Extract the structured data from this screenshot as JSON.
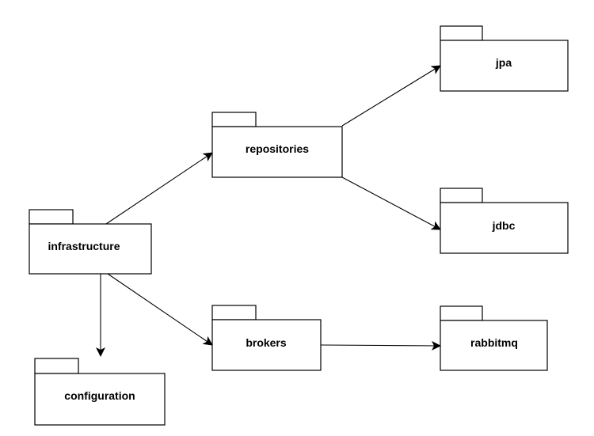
{
  "colors": {
    "stroke": "#000000",
    "fill": "#ffffff",
    "background": "#ffffff"
  },
  "packages": {
    "infrastructure": "infrastructure",
    "repositories": "repositories",
    "jpa": "jpa",
    "jdbc": "jdbc",
    "brokers": "brokers",
    "rabbitmq": "rabbitmq",
    "configuration": "configuration"
  },
  "dependencies": [
    {
      "from": "infrastructure",
      "to": "repositories"
    },
    {
      "from": "infrastructure",
      "to": "brokers"
    },
    {
      "from": "infrastructure",
      "to": "configuration"
    },
    {
      "from": "repositories",
      "to": "jpa"
    },
    {
      "from": "repositories",
      "to": "jdbc"
    },
    {
      "from": "brokers",
      "to": "rabbitmq"
    }
  ]
}
